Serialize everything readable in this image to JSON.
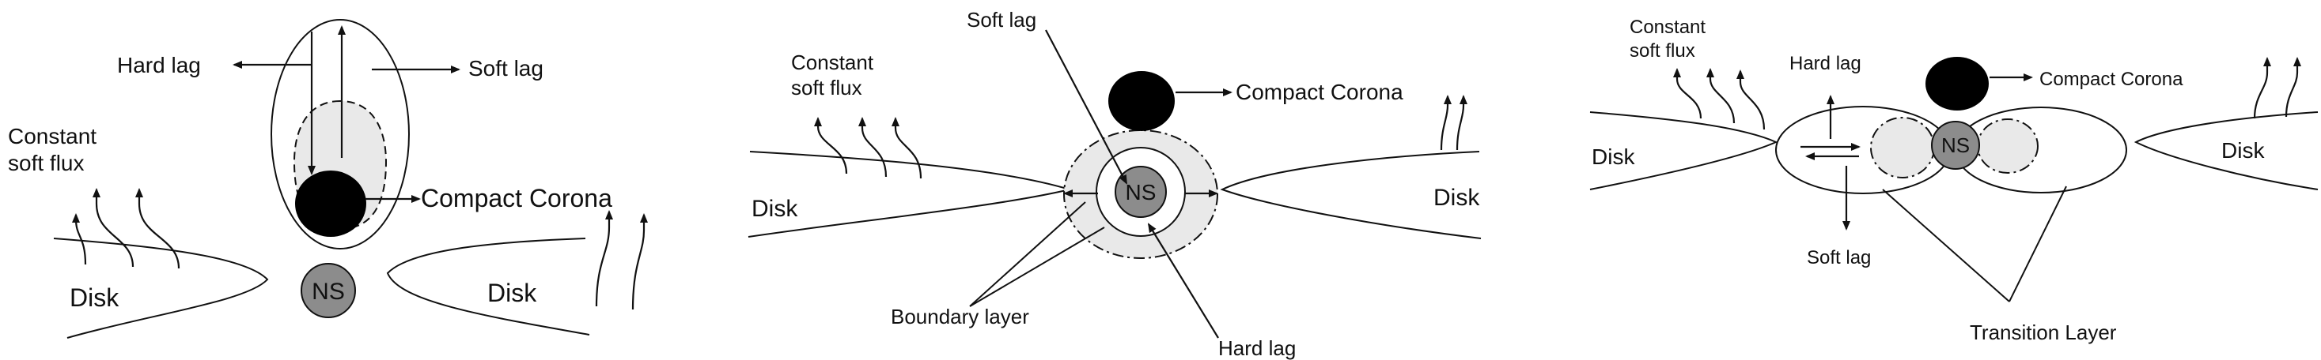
{
  "panels": [
    {
      "id": "left",
      "labels": {
        "hard_lag": "Hard  lag",
        "soft_lag": "Soft lag",
        "constant_line1": "Constant",
        "constant_line2": "soft flux",
        "compact_corona": "Compact Corona",
        "disk_left": "Disk",
        "disk_right": "Disk",
        "ns": "NS"
      }
    },
    {
      "id": "middle",
      "labels": {
        "soft_lag": "Soft lag",
        "constant_line1": "Constant",
        "constant_line2": "soft flux",
        "compact_corona": "Compact Corona",
        "disk_left": "Disk",
        "disk_right": "Disk",
        "ns": "NS",
        "boundary_layer": "Boundary layer",
        "hard_lag": "Hard lag"
      }
    },
    {
      "id": "right",
      "labels": {
        "constant_line1": "Constant",
        "constant_line2": "soft flux",
        "hard_lag": "Hard  lag",
        "compact_corona": "Compact Corona",
        "disk_left": "Disk",
        "disk_right": "Disk",
        "ns": "NS",
        "soft_lag": "Soft lag",
        "transition_layer": "Transition Layer"
      }
    }
  ],
  "colors": {
    "ink": "#111111",
    "ns_fill": "#8c8c8c",
    "region_fill": "#e9e9e9",
    "corona_fill": "#000000"
  }
}
